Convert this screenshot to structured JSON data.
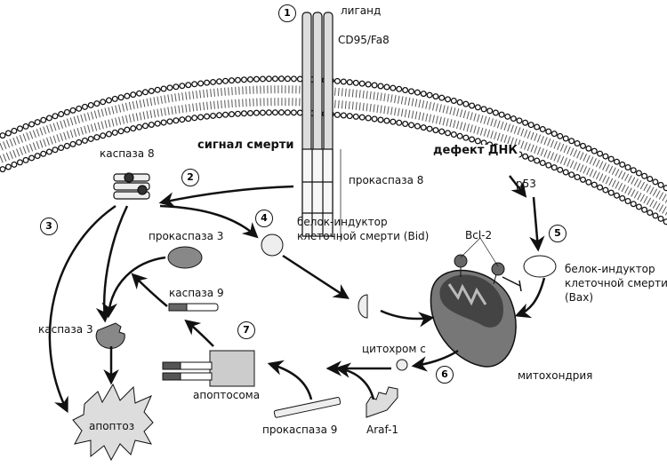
{
  "steps": [
    "1",
    "2",
    "3",
    "4",
    "5",
    "6",
    "7"
  ],
  "labels": {
    "ligand": "лиганд",
    "receptor": "CD95/Fa8",
    "death_signal": "сигнал смерти",
    "procaspase8": "прокаспаза 8",
    "caspase8": "каспаза 8",
    "bid_line1": "белок-индуктор",
    "bid_line2": "клеточной смерти (Bid)",
    "procaspase3": "прокаспаза 3",
    "caspase9": "каспаза 9",
    "caspase3": "каспаза 3",
    "apoptosome": "апоптосома",
    "apoptosis": "апоптоз",
    "procaspase9": "прокаспаза 9",
    "apaf1": "Araf-1",
    "cytochrome": "цитохром с",
    "mitochondrion": "митохондрия",
    "dna_defect": "дефект ДНК",
    "p53": "p53",
    "bcl2": "Bcl-2",
    "bax_line1": "белок-индуктор",
    "bax_line2": "клеточной смерти",
    "bax_line3": "(Bax)"
  },
  "colors": {
    "ink": "#111111",
    "protein_gray": "#8a8a8a",
    "light": "#e6e6e6"
  }
}
